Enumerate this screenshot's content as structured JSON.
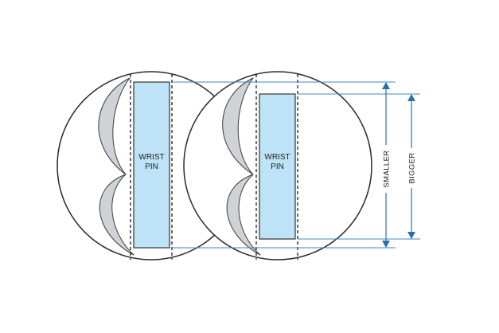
{
  "diagram": {
    "left_piston": {
      "pin_label_line1": "WRIST",
      "pin_label_line2": "PIN"
    },
    "right_piston": {
      "pin_label_line1": "WRIST",
      "pin_label_line2": "PIN"
    },
    "dimensions": {
      "smaller_label": "SMALLER",
      "bigger_label": "BIGGER"
    },
    "colors": {
      "pin_fill": "#bfe3f6",
      "dimension_blue": "#2a6fb0",
      "reference_blue": "#3f89c6",
      "crescent_gray": "#cfd2d6",
      "outline": "#2a2a2a"
    }
  }
}
